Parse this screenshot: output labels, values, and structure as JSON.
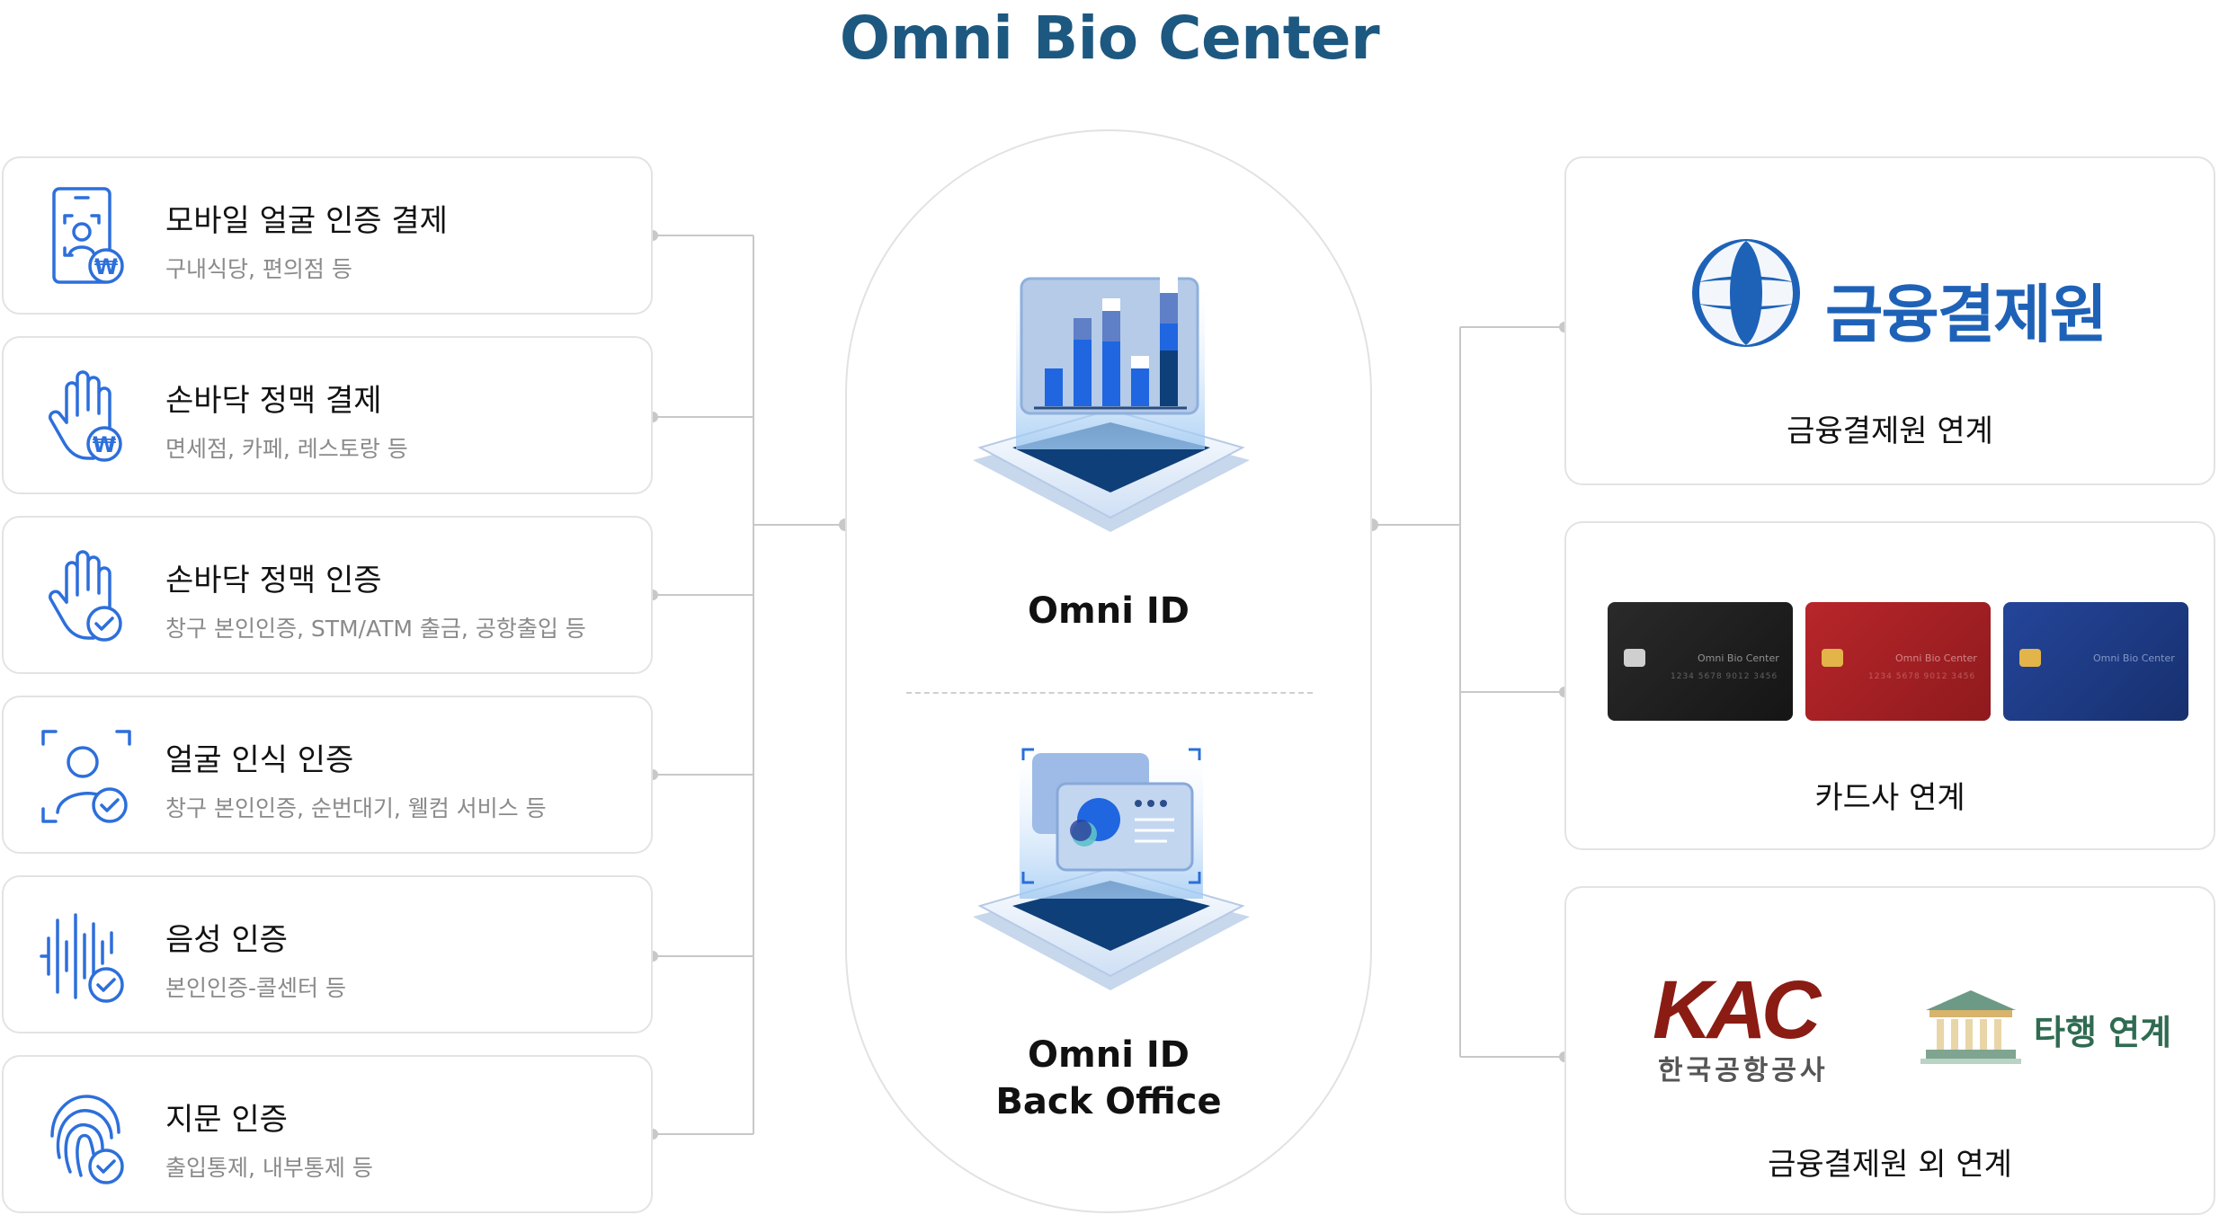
{
  "title": "Omni Bio Center",
  "services": [
    {
      "title": "모바일 얼굴 인증 결제",
      "subtitle": "구내식당, 편의점 등",
      "icon": "mobile-face-payment-icon"
    },
    {
      "title": "손바닥 정맥 결제",
      "subtitle": "면세점, 카페, 레스토랑 등",
      "icon": "palm-payment-icon"
    },
    {
      "title": "손바닥 정맥 인증",
      "subtitle": "창구 본인인증, STM/ATM 출금, 공항출입 등",
      "icon": "palm-auth-icon"
    },
    {
      "title": "얼굴 인식 인증",
      "subtitle": "창구 본인인증, 순번대기, 웰컴 서비스 등",
      "icon": "face-recognition-icon"
    },
    {
      "title": "음성 인증",
      "subtitle": "본인인증-콜센터 등",
      "icon": "voice-auth-icon"
    },
    {
      "title": "지문 인증",
      "subtitle": "출입통제, 내부통제 등",
      "icon": "fingerprint-icon"
    }
  ],
  "center": {
    "top_label": "Omni ID",
    "bottom_label_line1": "Omni ID",
    "bottom_label_line2": "Back Office"
  },
  "partners": {
    "kfti": {
      "logo_text": "금융결제원",
      "label": "금융결제원 연계"
    },
    "cards": {
      "card_brand": "Omni Bio Center",
      "label": "카드사 연계"
    },
    "others": {
      "kac_letters": "KAC",
      "kac_name": "한국공항공사",
      "bank_text": "타행 연계",
      "label": "금융결제원 외 연계"
    }
  },
  "colors": {
    "title": "#1d5880",
    "icon_blue": "#2d6fdb",
    "kfti_blue": "#1e62b8",
    "card_black": "#1f1f1f",
    "card_red": "#a51f22",
    "card_navy": "#1f3a86",
    "kac_red": "#8a1c14",
    "bank_green": "#2f6b51"
  }
}
